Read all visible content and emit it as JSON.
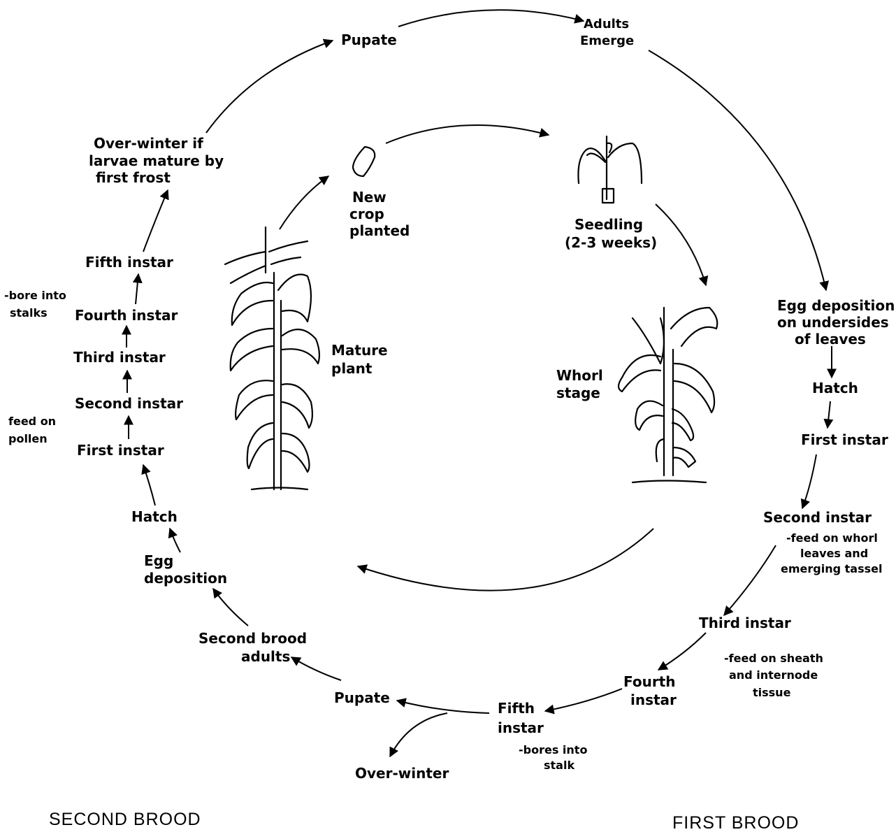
{
  "top": {
    "pupate": "Pupate",
    "adults_emerge": [
      "Adults",
      "Emerge"
    ]
  },
  "first_brood": {
    "egg_deposition": [
      "Egg deposition",
      "on undersides",
      "of leaves"
    ],
    "hatch": "Hatch",
    "first_instar": "First instar",
    "second_instar": "Second instar",
    "second_note": [
      "-feed on whorl",
      "leaves and",
      "emerging tassel"
    ],
    "third_instar": "Third instar",
    "third_note": [
      "-feed on sheath",
      "and internode",
      "tissue"
    ],
    "fourth_instar": [
      "Fourth",
      "instar"
    ],
    "fifth_instar": [
      "Fifth",
      "instar"
    ],
    "fifth_note": [
      "-bores into",
      "stalk"
    ],
    "title": "FIRST BROOD"
  },
  "second_brood": {
    "pupate": "Pupate",
    "over_winter": "Over-winter",
    "adults": [
      "Second brood",
      "adults"
    ],
    "egg_deposition": [
      "Egg",
      "deposition"
    ],
    "hatch": "Hatch",
    "first_instar": "First instar",
    "second_instar": "Second instar",
    "feed_note": [
      "feed on",
      "pollen"
    ],
    "third_instar": "Third instar",
    "fourth_instar": "Fourth instar",
    "bore_note": [
      "-bore into",
      "stalks"
    ],
    "fifth_instar": "Fifth instar",
    "overwinter_note": [
      "Over-winter if",
      "larvae mature by",
      "first frost"
    ],
    "title": "SECOND BROOD"
  },
  "plant_cycle": {
    "new_crop": [
      "New",
      "crop",
      "planted"
    ],
    "seedling": [
      "Seedling",
      "(2-3 weeks)"
    ],
    "whorl": [
      "Whorl",
      "stage"
    ],
    "mature": [
      "Mature",
      "plant"
    ]
  },
  "icons": [
    "seed-icon",
    "seedling-icon",
    "whorl-plant-icon",
    "mature-plant-icon"
  ]
}
